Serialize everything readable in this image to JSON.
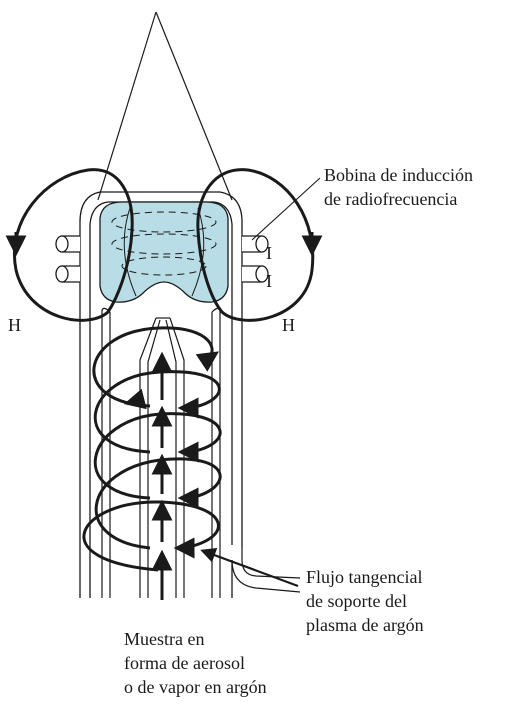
{
  "labels": {
    "coil_line1": "Bobina de inducción",
    "coil_line2": "de radiofrecuencia",
    "current_upper": "I",
    "current_lower": "I",
    "field_left": "H",
    "field_right": "H",
    "argon_line1": "Flujo tangencial",
    "argon_line2": "de soporte del",
    "argon_line3": "plasma de argón",
    "sample_line1": "Muestra en",
    "sample_line2": "forma de aerosol",
    "sample_line3": "o de vapor en argón"
  },
  "colors": {
    "plasma": "#b9dde6",
    "ink": "#1a1a1a"
  }
}
